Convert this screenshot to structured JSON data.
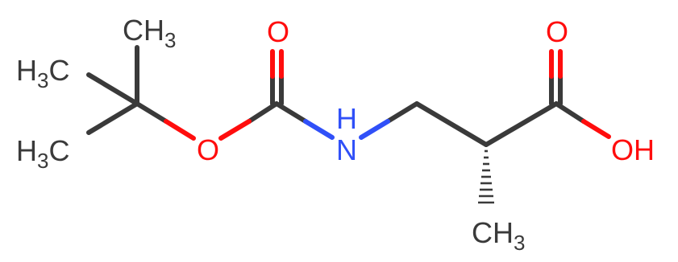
{
  "molecule": {
    "colors": {
      "carbon_bond": "#3a3a3a",
      "oxygen": "#ff0d0d",
      "nitrogen": "#3050f8",
      "carbon_label": "#3a3a3a",
      "background": "#ffffff"
    },
    "labels": {
      "methyl_top": {
        "main": "CH",
        "sub": "3"
      },
      "methyl_left_upper": {
        "main": "H",
        "sub": "3",
        "tail": "C"
      },
      "methyl_left_lower": {
        "main": "H",
        "sub": "3",
        "tail": "C"
      },
      "ester_oxygen": "O",
      "carbonyl_oxygen_left": "O",
      "amine_n": "N",
      "amine_h": "H",
      "carbonyl_oxygen_right": "O",
      "hydroxyl": "OH",
      "methyl_bottom": {
        "main": "CH",
        "sub": "3"
      }
    }
  }
}
